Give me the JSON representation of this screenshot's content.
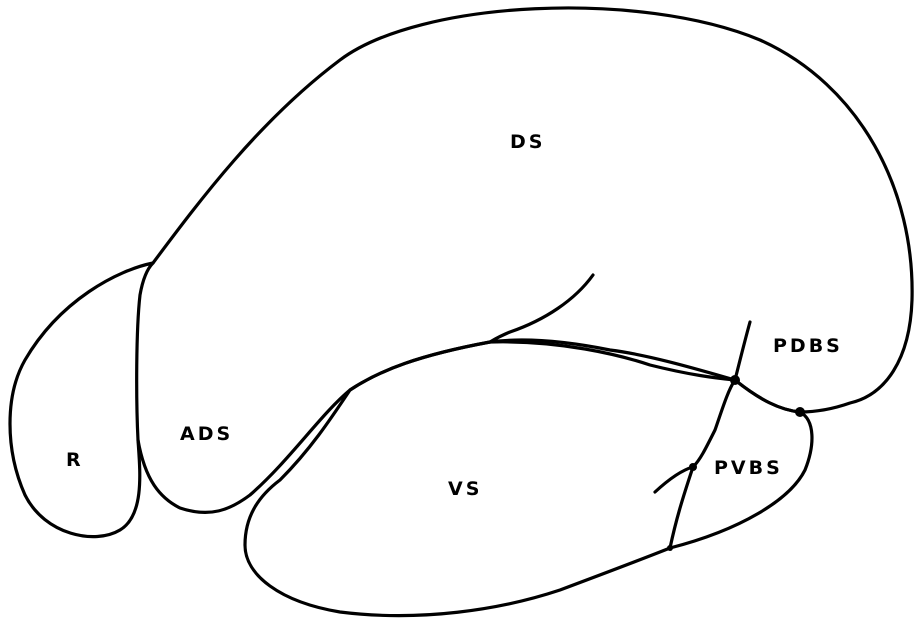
{
  "diagram": {
    "labels": {
      "ds": "DS",
      "vs": "VS",
      "ads": "ADS",
      "r": "R",
      "pdbs": "PDBS",
      "pvbs": "PVBS"
    },
    "colors": {
      "stroke": "#000000",
      "background": "#ffffff"
    }
  }
}
